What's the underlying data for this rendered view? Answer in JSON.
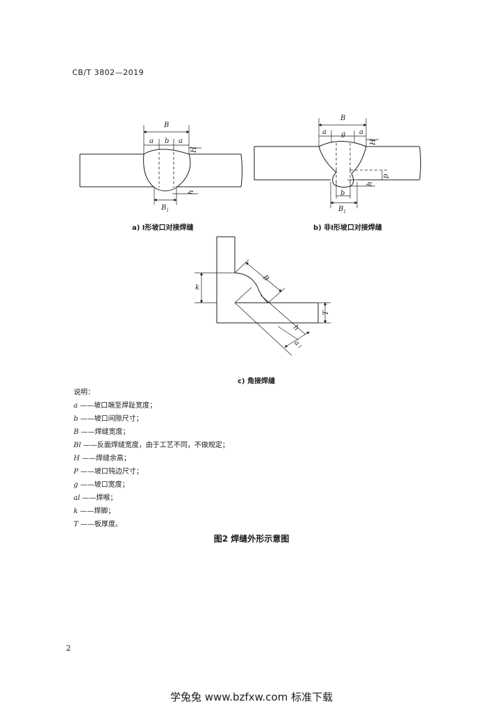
{
  "document": {
    "header": "CB/T 3802—2019",
    "page_number": "2",
    "watermark": "学兔兔 www.bzfxw.com 标准下载"
  },
  "figure": {
    "title": "图2   焊缝外形示意图",
    "captions": {
      "a": "a)  I形坡口对接焊缝",
      "b": "b)  非I形坡口对接焊缝",
      "c": "c)  角接焊缝"
    },
    "labels": {
      "B": "B",
      "a": "a",
      "b": "b",
      "g": "g",
      "H": "H",
      "h": "h",
      "B1": "B",
      "B1_sub": "l",
      "p": "p",
      "k": "k",
      "T": "T",
      "a1": "a",
      "a1_sub": "l"
    }
  },
  "legend": {
    "title": "说明：",
    "items": [
      {
        "symbol": "a",
        "text": "——坡口端至焊趾宽度；"
      },
      {
        "symbol": "b",
        "text": "——坡口间隙尺寸；"
      },
      {
        "symbol": "B",
        "text": "——焊缝宽度；"
      },
      {
        "symbol": "Bl",
        "text": "——反面焊缝宽度，由于工艺不同，不做规定；"
      },
      {
        "symbol": "H",
        "text": "——焊缝余高；"
      },
      {
        "symbol": "P",
        "text": "——坡口钝边尺寸；"
      },
      {
        "symbol": "g",
        "text": "——坡口宽度；"
      },
      {
        "symbol": "al",
        "text": "——焊喉；"
      },
      {
        "symbol": "k",
        "text": "——焊脚；"
      },
      {
        "symbol": "T",
        "text": "——板厚度。"
      }
    ]
  }
}
